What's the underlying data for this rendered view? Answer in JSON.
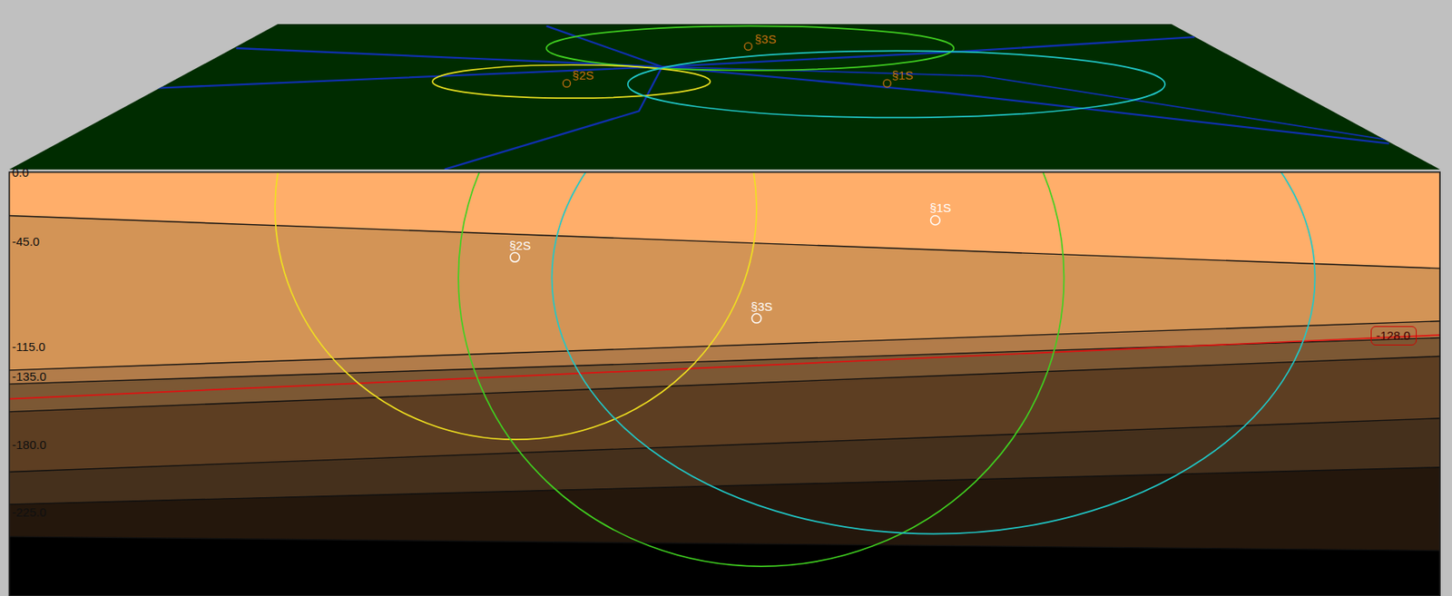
{
  "diagram": {
    "nodes": [
      {
        "text": [
          "-128.0"
        ]
      }
    ],
    "labels": [
      "§3S",
      "§2S",
      "§1S",
      "0.0",
      "-45.0",
      "-115.0",
      "-135.0",
      "-180.0",
      "-225.0",
      "§1S",
      "§2S",
      "§3S"
    ]
  }
}
